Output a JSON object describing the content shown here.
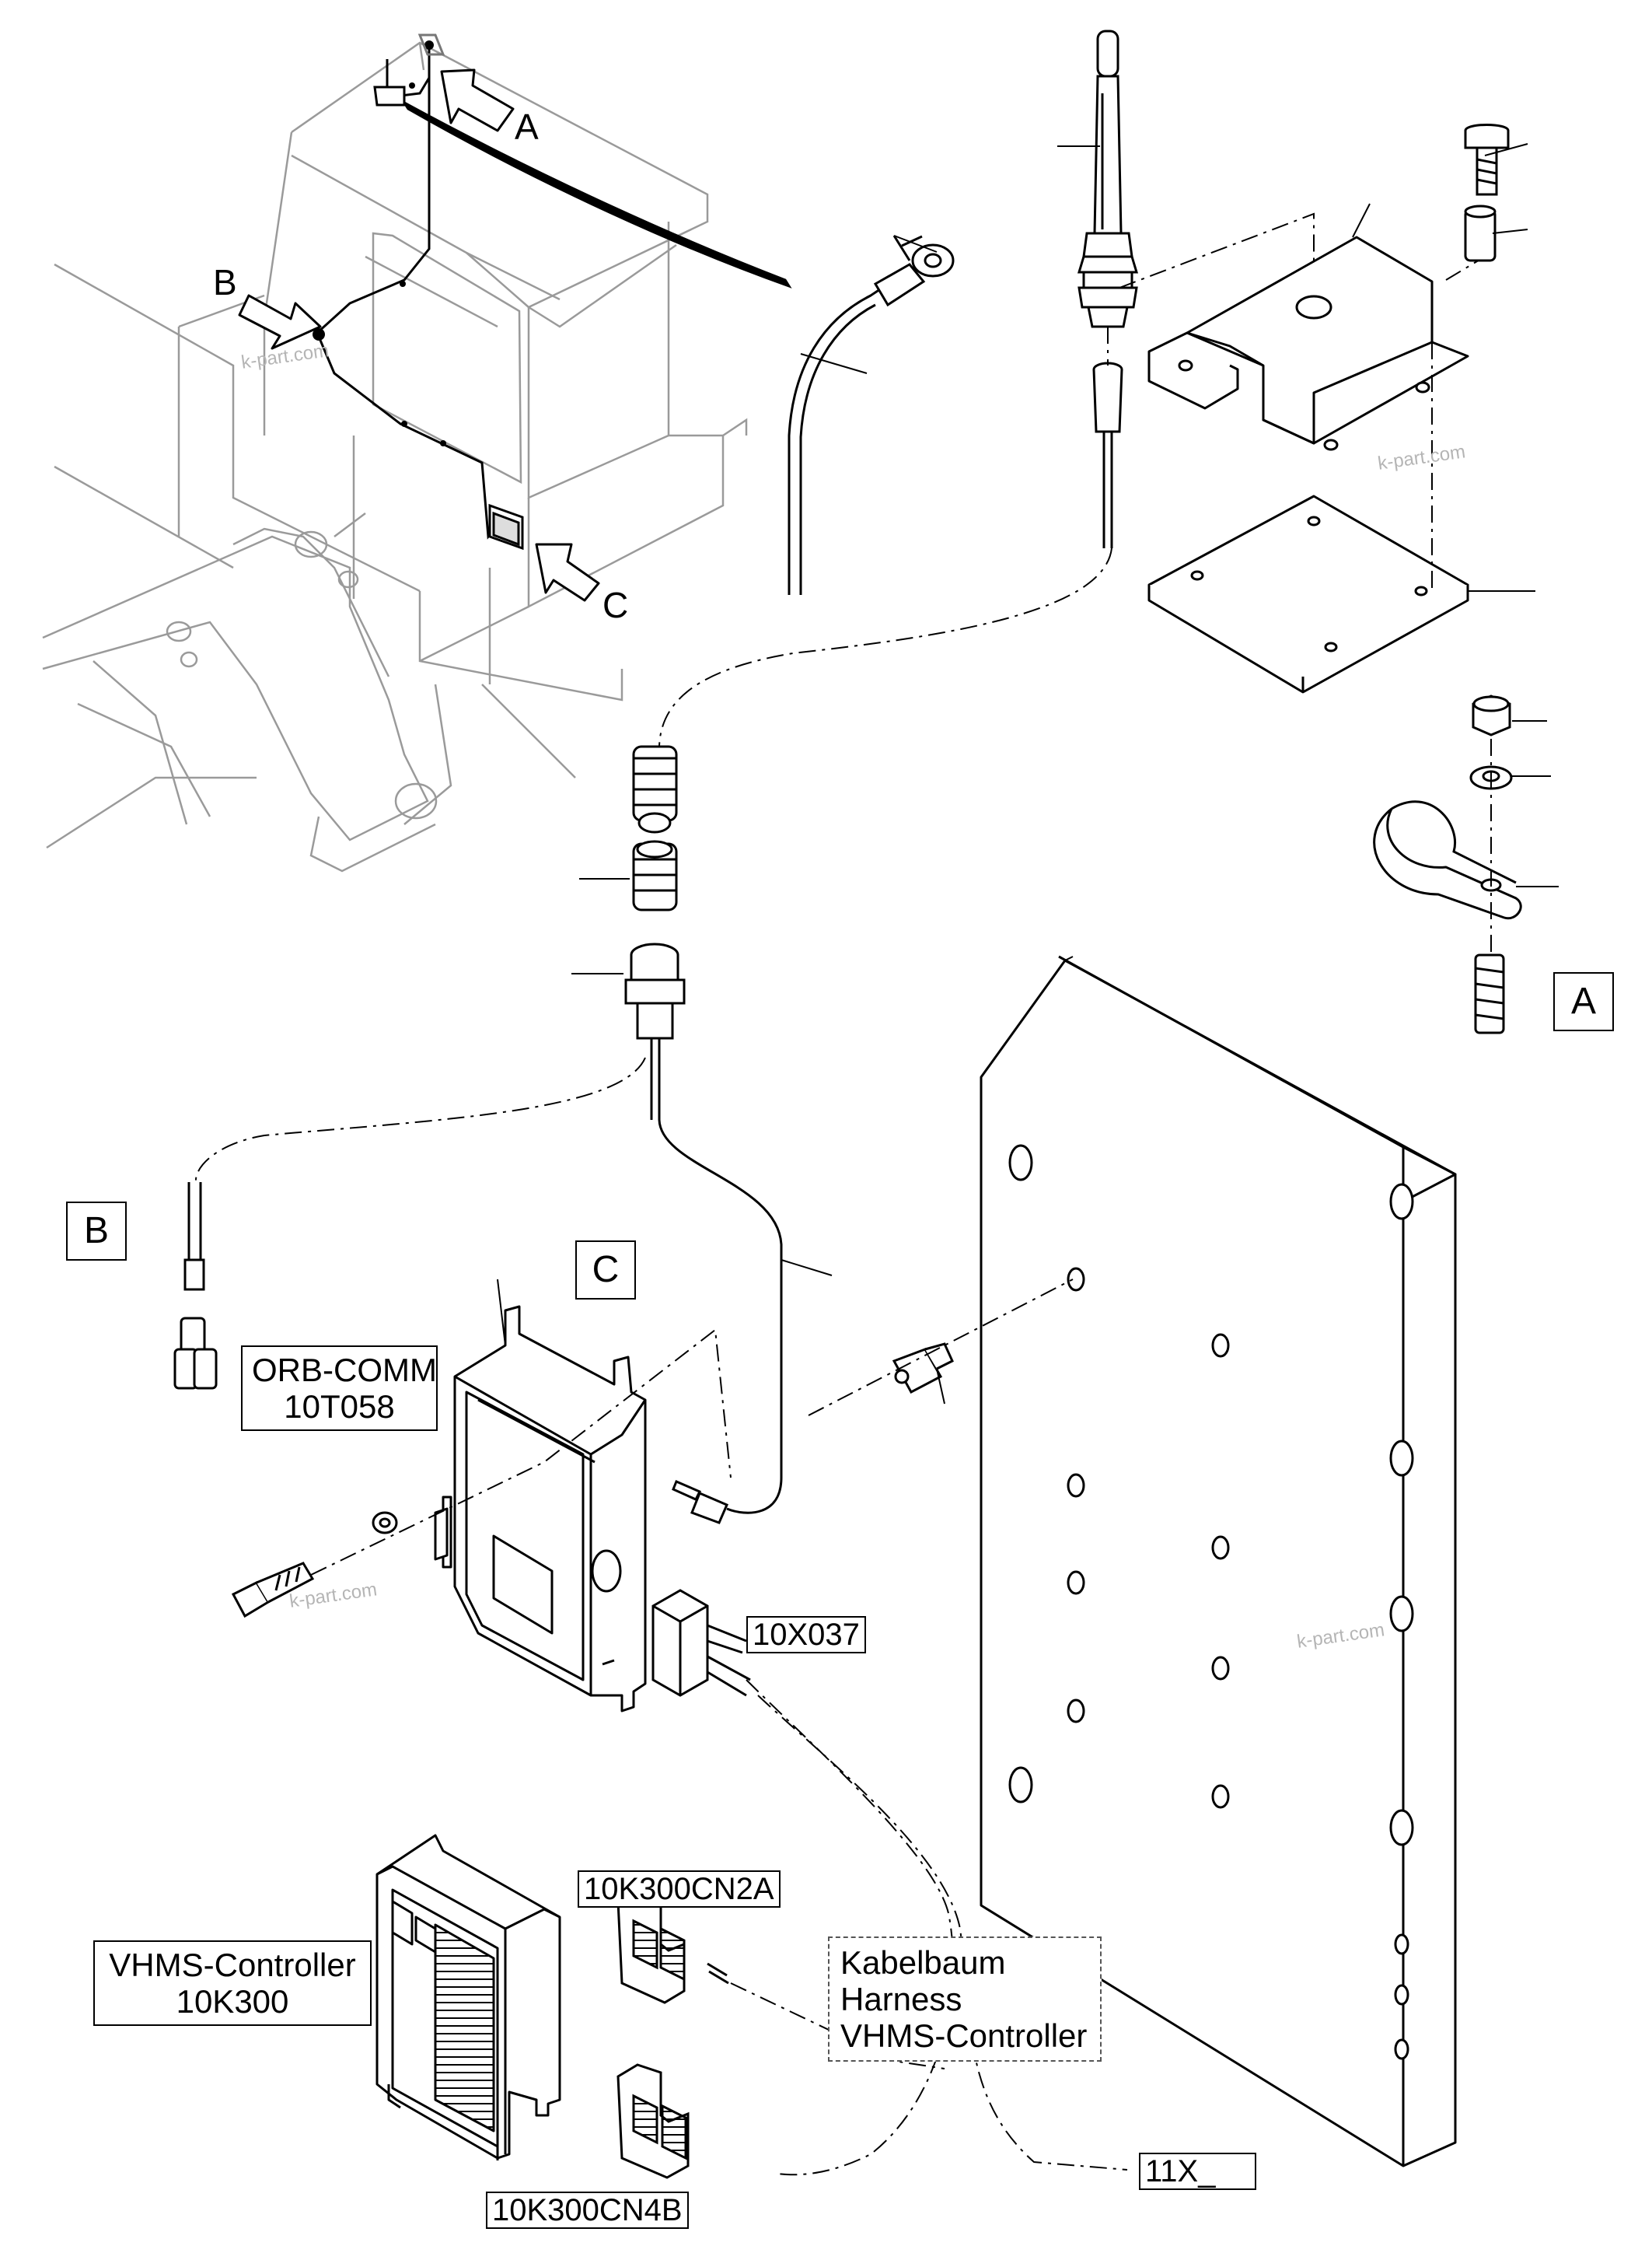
{
  "callouts": {
    "a": "A",
    "b": "B",
    "c": "C"
  },
  "detail_tags": {
    "a": "A",
    "b": "B",
    "c": "C"
  },
  "component_labels": {
    "orbcomm_line1": "ORB-COMM",
    "orbcomm_line2": "10T058",
    "connector_10x037": "10X037",
    "connector_cn2a": "10K300CN2A",
    "connector_cn4b": "10K300CN4B",
    "vhms_line1": "VHMS-Controller",
    "vhms_line2": "10K300",
    "harness_line1": "Kabelbaum",
    "harness_line2": "Harness",
    "harness_line3": "VHMS-Controller",
    "connector_11x": "11X_"
  },
  "watermark": "k-part.com"
}
